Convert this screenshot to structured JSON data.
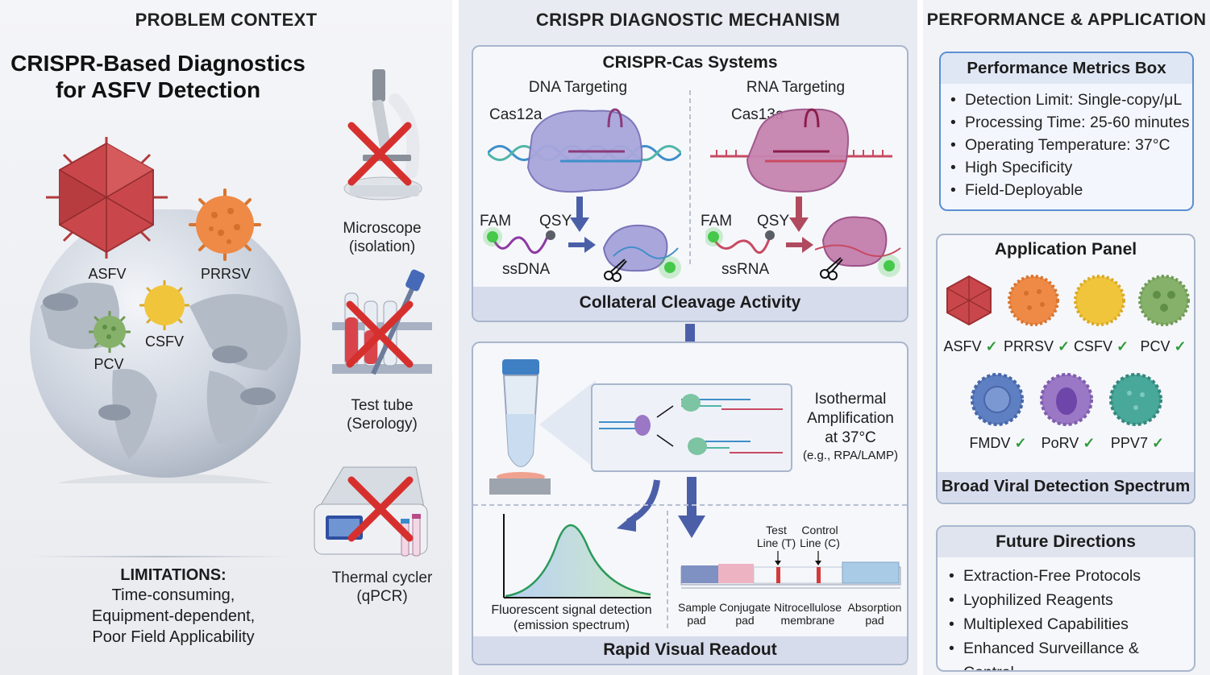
{
  "sections": {
    "problem": "PROBLEM CONTEXT",
    "mechanism": "CRISPR DIAGNOSTIC MECHANISM",
    "performance": "PERFORMANCE & APPLICATION"
  },
  "problem": {
    "title_line1": "CRISPR-Based Diagnostics",
    "title_line2": "for ASFV Detection",
    "viruses": {
      "asfv": "ASFV",
      "prrsv": "PRRSV",
      "csfv": "CSFV",
      "pcv": "PCV"
    },
    "methods": [
      {
        "line1": "Microscope",
        "line2": "(isolation)"
      },
      {
        "line1": "Test tube",
        "line2": "(Serology)"
      },
      {
        "line1": "Thermal cycler",
        "line2": "(qPCR)"
      }
    ],
    "limitations_title": "LIMITATIONS:",
    "limitations": [
      "Time-consuming,",
      "Equipment-dependent,",
      "Poor Field Applicability"
    ]
  },
  "mechanism": {
    "systems_title": "CRISPR-Cas Systems",
    "dna_title": "DNA Targeting",
    "rna_title": "RNA Targeting",
    "cas12": "Cas12a",
    "cas13": "Cas13a",
    "fam": "FAM",
    "qsy": "QSY",
    "ssdna": "ssDNA",
    "ssrna": "ssRNA",
    "collateral": "Collateral Cleavage Activity",
    "amp_lines": [
      "Isothermal",
      "Amplification",
      "at 37°C"
    ],
    "amp_eg": "(e.g., RPA/LAMP)",
    "fluor_line1": "Fluorescent signal detection",
    "fluor_line2": "(emission spectrum)",
    "test_line": [
      "Test",
      "Line (T)"
    ],
    "control_line": [
      "Control",
      "Line (C)"
    ],
    "pads": [
      {
        "line1": "Sample",
        "line2": "pad"
      },
      {
        "line1": "Conjugate",
        "line2": "pad"
      },
      {
        "line1": "Nitrocellulose",
        "line2": "membrane"
      },
      {
        "line1": "Absorption",
        "line2": "pad"
      }
    ],
    "readout": "Rapid Visual Readout"
  },
  "performance": {
    "metrics_title": "Performance Metrics Box",
    "metrics": [
      "Detection Limit: Single-copy/μL",
      "Processing Time: 25-60 minutes",
      "Operating Temperature: 37°C",
      "High Specificity",
      "Field-Deployable"
    ],
    "app_title": "Application Panel",
    "app_viruses": [
      "ASFV",
      "PRRSV",
      "CSFV",
      "PCV",
      "FMDV",
      "PoRV",
      "PPV7"
    ],
    "check": "✓",
    "spectrum": "Broad Viral Detection Spectrum",
    "future_title": "Future Directions",
    "future": [
      "Extraction-Free Protocols",
      "Lyophilized Reagents",
      "Multiplexed Capabilities",
      "Enhanced Surveillance & Control"
    ]
  },
  "colors": {
    "asfv": "#c9474a",
    "prrsv": "#ee8a45",
    "csfv": "#f0c53c",
    "pcv": "#86b16a",
    "fmdv": "#5e7fc2",
    "porv": "#9a78c6",
    "ppv7": "#48a89a",
    "cas12": "#a9a6dc",
    "cas13": "#c684b0",
    "cross": "#d6302e",
    "check": "#2e9a3a"
  }
}
